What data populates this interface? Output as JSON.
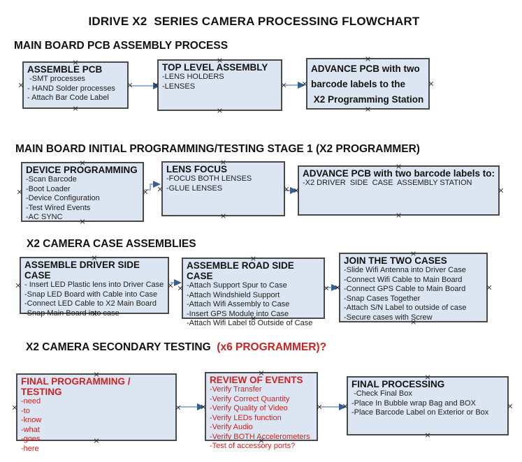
{
  "page_title": "IDRIVE X2  SERIES CAMERA PROCESSING FLOWCHART",
  "colors": {
    "box_fill": "#dce6f2",
    "box_border": "#4a4a4a",
    "arrow_line": "#95b3d7",
    "arrow_head": "#365f91",
    "red_text": "#cc2222",
    "black_text": "#121212"
  },
  "sections": [
    {
      "header": "MAIN BOARD PCB ASSEMBLY PROCESS",
      "boxes": [
        {
          "title": "ASSEMBLE PCB",
          "items": [
            " -SMT processes",
            "- HAND Solder processes",
            "- Attach Bar Code Label"
          ]
        },
        {
          "title": "TOP LEVEL ASSEMBLY",
          "items": [
            "-LENS HOLDERS",
            "-LENSES"
          ]
        },
        {
          "title": "ADVANCE PCB with two barcode labels to the",
          "items": [
            " X2 Programming Station"
          ]
        }
      ]
    },
    {
      "header": "MAIN BOARD INITIAL PROGRAMMING/TESTING STAGE 1 (X2 PROGRAMMER)",
      "boxes": [
        {
          "title": "DEVICE PROGRAMMING",
          "items": [
            "-Scan Barcode",
            "-Boot Loader",
            "-Device Configuration",
            "-Test Wired Events",
            "-AC SYNC"
          ]
        },
        {
          "title": "LENS FOCUS",
          "items": [
            "-FOCUS BOTH LENSES",
            "-GLUE LENSES"
          ]
        },
        {
          "title": "ADVANCE PCB with two barcode labels to:",
          "items": [
            "-X2 DRIVER  SIDE  CASE  ASSEMBLY STATION"
          ]
        }
      ]
    },
    {
      "header": "X2 CAMERA CASE ASSEMBLIES",
      "boxes": [
        {
          "title": "ASSEMBLE DRIVER SIDE CASE",
          "items": [
            "- Insert LED Plastic lens into Driver Case",
            "-Snap LED Board with Cable into Case",
            "-Connect LED Cable to X2 Main Board",
            "-Snap Main Board into case"
          ]
        },
        {
          "title": "ASSEMBLE ROAD SIDE CASE",
          "items": [
            "-Attach Support Spur to Case",
            "-Attach Windshield Support",
            "-Attach Wifi Assembly to Case",
            "-Insert GPS Module into Case",
            "-Attach Wifi Label to Outside of Case"
          ]
        },
        {
          "title": "JOIN THE TWO CASES",
          "items": [
            "-Slide Wifi Antenna into Driver Case",
            "-Connect Wifi Cable to Main Board",
            "-Connect GPS Cable to Main Board",
            "-Snap Cases Together",
            "-Attach S/N Label to outside of case",
            "-Secure cases with Screw"
          ]
        }
      ]
    },
    {
      "header": "X2 CAMERA SECONDARY TESTING ",
      "header_suffix": " (x6 PROGRAMMER)?",
      "boxes": [
        {
          "title": "FINAL PROGRAMMING / TESTING",
          "items": [
            "-need",
            "-to",
            "-know",
            "-what",
            "-goes",
            "-here"
          ]
        },
        {
          "title": "REVIEW OF EVENTS",
          "items": [
            "-Verify Transfer",
            "-Verify Correct Quantity",
            "-Verify Quality of Video",
            "-Verify LEDs function",
            "-Verify Audio",
            "-Verify BOTH Accelerometers",
            "-Test of accessory ports?"
          ]
        },
        {
          "title": "FINAL PROCESSING",
          "items": [
            " -Check Final Box",
            "-Place In Bubble wrap Bag and BOX",
            "-Place Barcode Label on Exterior or Box"
          ]
        }
      ]
    }
  ]
}
